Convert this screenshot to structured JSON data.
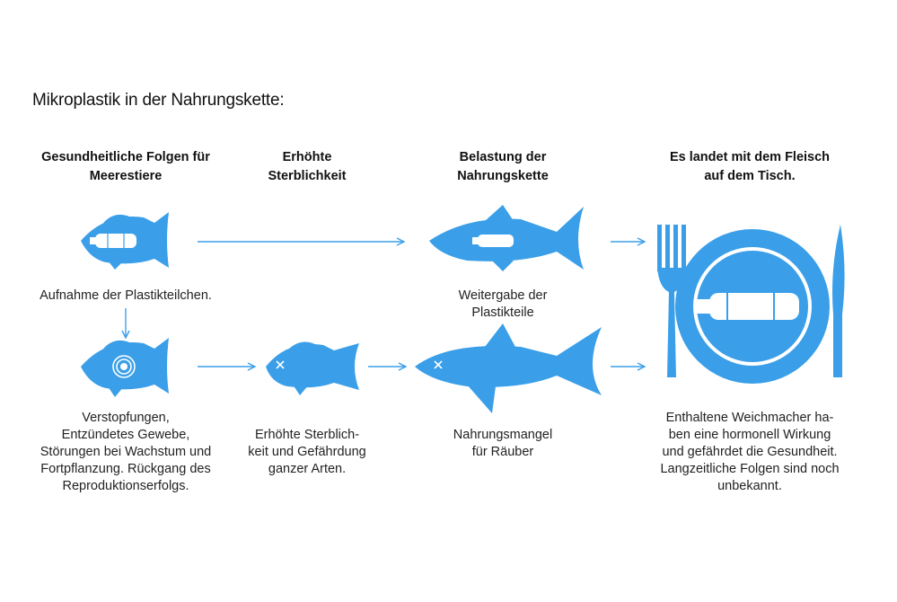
{
  "title": "Mikroplastik in der Nahrungskette:",
  "colors": {
    "accent": "#3a9fe8",
    "text": "#1a1a1a",
    "background": "#ffffff"
  },
  "headers": [
    {
      "lines": [
        "Gesundheitliche Folgen für",
        "Meerestiere"
      ]
    },
    {
      "lines": [
        "Erhöhte",
        "Sterblichkeit"
      ]
    },
    {
      "lines": [
        "Belastung der",
        "Nahrungskette"
      ]
    },
    {
      "lines": [
        "Es landet mit dem Fleisch",
        "auf dem Tisch."
      ]
    }
  ],
  "captions": {
    "intake": {
      "lines": [
        "Aufnahme der Plastikteilchen."
      ]
    },
    "passing": {
      "lines": [
        "Weitergabe der",
        "Plastikteile"
      ]
    },
    "effects": {
      "lines": [
        "Verstopfungen,",
        "Entzündetes Gewebe,",
        "Störungen bei Wachstum und",
        "Fortpflanzung. Rückgang des",
        "Reproduktionserfolgs."
      ]
    },
    "mortality": {
      "lines": [
        "Erhöhte Sterblich-",
        "keit und Gefährdung",
        "ganzer Arten."
      ]
    },
    "shortage": {
      "lines": [
        "Nahrungsmangel",
        "für Räuber"
      ]
    },
    "plasticizer": {
      "lines": [
        "Enthaltene Weichmacher ha-",
        "ben eine hormonell Wirkung",
        "und gefährdet die Gesundheit.",
        "Langzeitliche Folgen sind noch",
        "unbekannt."
      ]
    }
  },
  "icons": [
    "fish-with-bottle-icon",
    "tuna-with-bottle-icon",
    "fish-with-inflammation-icon",
    "dead-fish-icon",
    "dead-shark-icon",
    "fork-icon",
    "plate-with-bottle-icon",
    "knife-icon",
    "arrow-icon"
  ]
}
